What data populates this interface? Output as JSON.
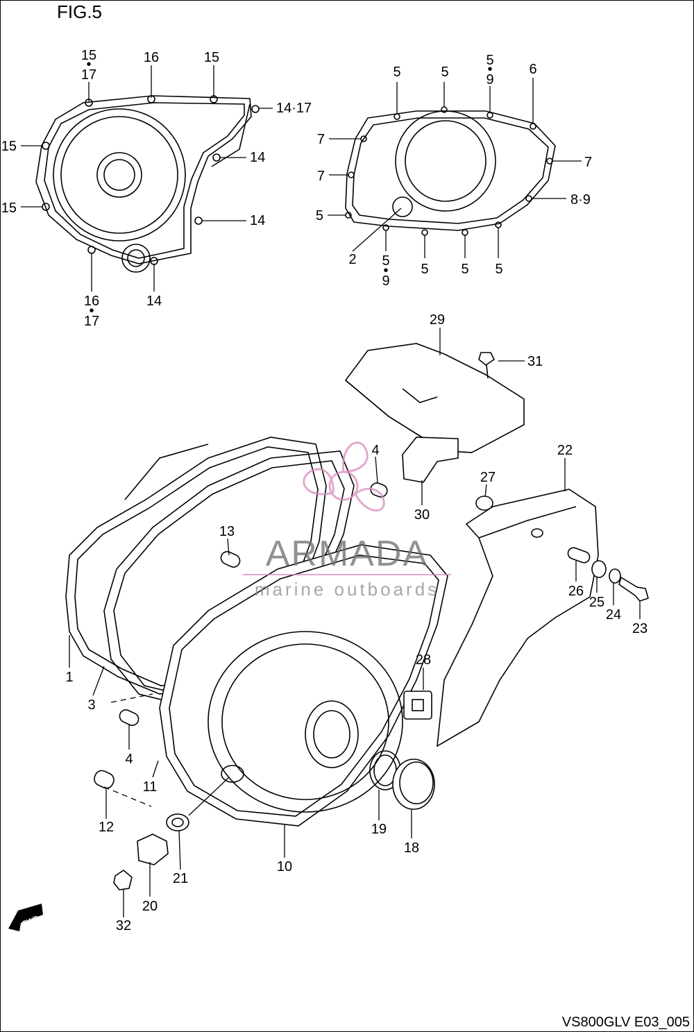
{
  "figure_title": "FIG.5",
  "document_code": "VS800GLV E03_005",
  "watermark": {
    "brand": "ARMADA",
    "tagline": "marine outboards",
    "accent_color": "#d98bbd"
  },
  "fwd_arrow_label": "FWD",
  "callouts": {
    "generator_cover": [
      "15",
      "17",
      "16",
      "15",
      "14·17",
      "15",
      "14",
      "15",
      "14",
      "16",
      "17",
      "14"
    ],
    "clutch_cover": [
      "5",
      "5",
      "5",
      "9",
      "6",
      "7",
      "7",
      "7",
      "8·9",
      "5",
      "2",
      "5",
      "9",
      "5",
      "5",
      "5"
    ],
    "exploded_view": [
      "29",
      "31",
      "4",
      "30",
      "22",
      "27",
      "13",
      "26",
      "25",
      "24",
      "23",
      "28",
      "1",
      "3",
      "4",
      "11",
      "12",
      "19",
      "18",
      "21",
      "10",
      "20",
      "32"
    ]
  }
}
